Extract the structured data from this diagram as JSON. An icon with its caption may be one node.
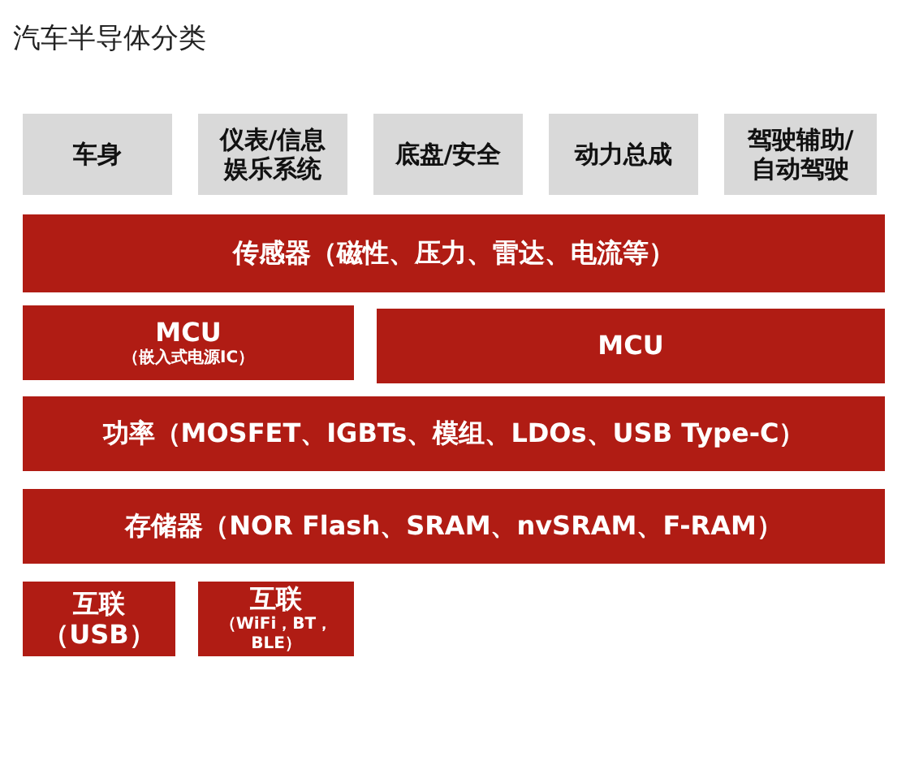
{
  "diagram": {
    "title": "汽车半导体分类",
    "nodes": [
      {
        "text": [
          "车身"
        ]
      },
      {
        "text": [
          "仪表/信息娱乐系统"
        ]
      },
      {
        "text": [
          "底盘/安全"
        ]
      },
      {
        "text": [
          "动力总成"
        ]
      },
      {
        "text": [
          "驾驶辅助/自动驾驶"
        ]
      },
      {
        "text": [
          "传感器（磁性、压力、雷达、电流等）"
        ]
      },
      {
        "text": [
          "MCU",
          "（嵌入式电源IC）"
        ]
      },
      {
        "text": [
          "MCU"
        ]
      },
      {
        "text": [
          "功率（MOSFET、IGBTs、模组、LDOs、USB Type-C）"
        ]
      },
      {
        "text": [
          "存储器（NOR Flash、SRAM、nvSRAM、F-RAM）"
        ]
      },
      {
        "text": [
          "互联（USB）"
        ]
      },
      {
        "text": [
          "互联",
          "（WiFi，BT，BLE）"
        ]
      }
    ],
    "edges": []
  }
}
